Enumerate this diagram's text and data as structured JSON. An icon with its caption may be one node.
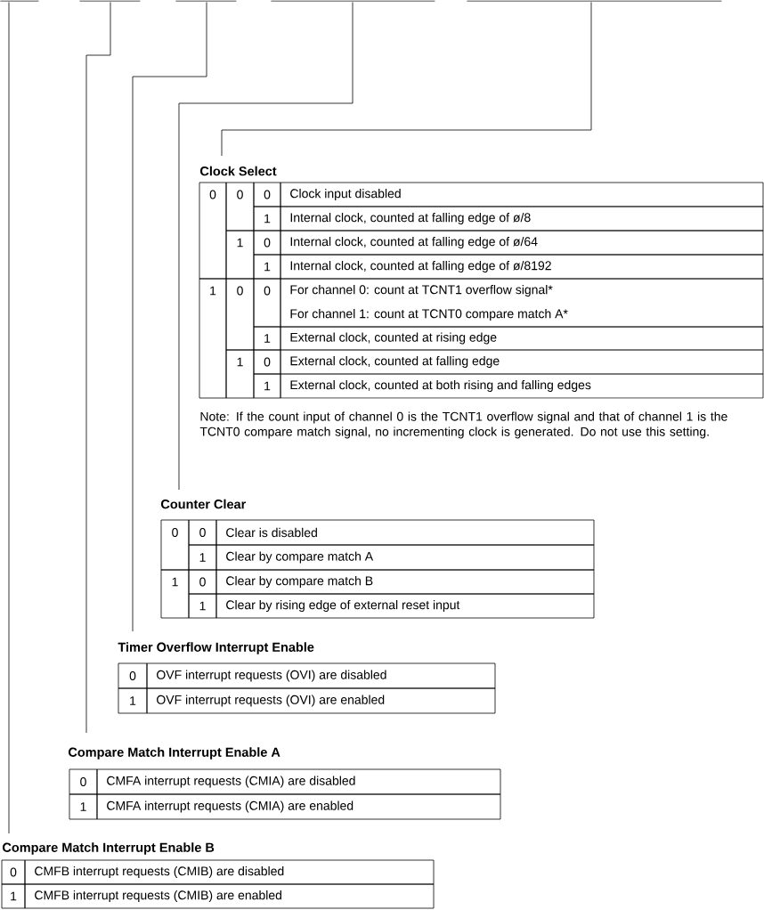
{
  "diagram": {
    "nodes": [
      {
        "text": [],
        "shape": "bar"
      },
      {
        "text": [],
        "shape": "bar"
      },
      {
        "text": [],
        "shape": "bar"
      },
      {
        "text": [],
        "shape": "bar"
      },
      {
        "text": [],
        "shape": "bar"
      },
      {
        "text": [
          "Clock Select",
          "0",
          "0",
          "0",
          "Clock input disabled",
          "1",
          "Internal clock, counted at falling edge of ø/8",
          "1",
          "0",
          "Internal clock, counted at falling edge of ø/64",
          "1",
          "Internal clock, counted at falling edge of ø/8192",
          "1",
          "0",
          "0",
          "For channel 0: count at TCNT1 overflow signal*",
          "For channel 1: count at TCNT0 compare match A*",
          "1",
          "External clock, counted at rising edge",
          "1",
          "0",
          "External clock, counted at falling edge",
          "1",
          "External clock, counted at both rising and falling edges"
        ],
        "beside": [
          "Note: If the count input of channel 0 is the TCNT1 overflow signal and that of channel 1 is the TCNT0 compare match signal, no incrementing clock is generated. Do not use this setting."
        ]
      },
      {
        "text": [
          "Counter Clear",
          "0",
          "0",
          "Clear is disabled",
          "1",
          "Clear by compare match A",
          "1",
          "0",
          "Clear by compare match B",
          "1",
          "Clear by rising edge of external reset input"
        ]
      },
      {
        "text": [
          "Timer Overflow Interrupt Enable",
          "0",
          "OVF interrupt requests (OVI) are disabled",
          "1",
          "OVF interrupt requests (OVI) are enabled"
        ]
      },
      {
        "text": [
          "Compare Match Interrupt Enable A",
          "0",
          "CMFA interrupt requests (CMIA) are disabled",
          "1",
          "CMFA interrupt requests (CMIA) are enabled"
        ]
      },
      {
        "text": [
          "Compare Match Interrupt Enable B",
          "0",
          "CMFB interrupt requests (CMIB) are disabled",
          "1",
          "CMFB interrupt requests (CMIB) are enabled"
        ]
      }
    ],
    "edges": [
      {
        "from": 0,
        "to": 9,
        "arrow": "none"
      },
      {
        "from": 1,
        "to": 8,
        "arrow": "none"
      },
      {
        "from": 2,
        "to": 7,
        "arrow": "none"
      },
      {
        "from": 3,
        "to": 6,
        "arrow": "none"
      },
      {
        "from": 4,
        "to": 5,
        "arrow": "none"
      }
    ]
  }
}
